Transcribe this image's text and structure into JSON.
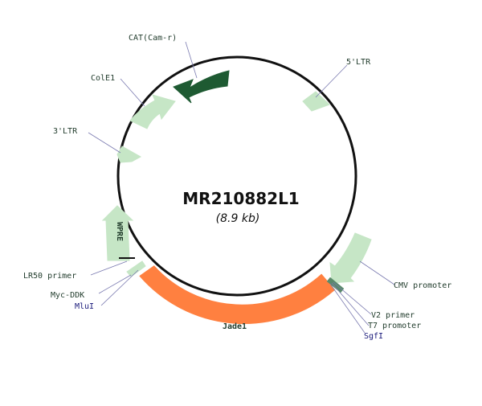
{
  "plasmid": {
    "name": "MR210882L1",
    "size": "(8.9 kb)"
  },
  "features": {
    "cat": "CAT(Cam-r)",
    "ltr5": "5'LTR",
    "cole1": "ColE1",
    "ltr3": "3'LTR",
    "wpre": "WPRE",
    "lr50": "LR50 primer",
    "mycddk": "Myc-DDK",
    "mlui": "MluI",
    "cmv": "CMV promoter",
    "v2": "V2 primer",
    "t7": "T7 promoter",
    "sgfi": "SgfI",
    "jade1": "Jade1"
  },
  "colors": {
    "backbone": "#111111",
    "light_feature": "#c6e6c6",
    "dark_feature": "#1e5a32",
    "gene": "#ff8040",
    "leader": "#7a7ab0"
  }
}
